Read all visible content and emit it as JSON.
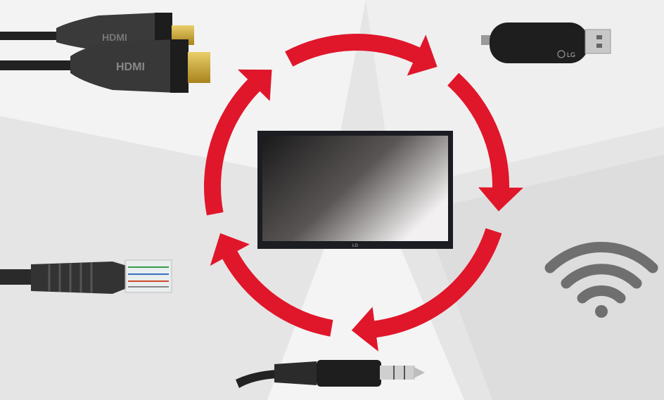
{
  "logos": {
    "hdmi": "HDMI",
    "lg_dongle": "LG",
    "lg_tv": "LG"
  },
  "colors": {
    "arrow": "#e0162b",
    "background": "#e9e8e8",
    "cable": "#2a2a2a",
    "gold": "#c9a430",
    "wifi": "#6f6f6f"
  },
  "cycle": {
    "direction": "clockwise",
    "arrow_count": 5
  }
}
